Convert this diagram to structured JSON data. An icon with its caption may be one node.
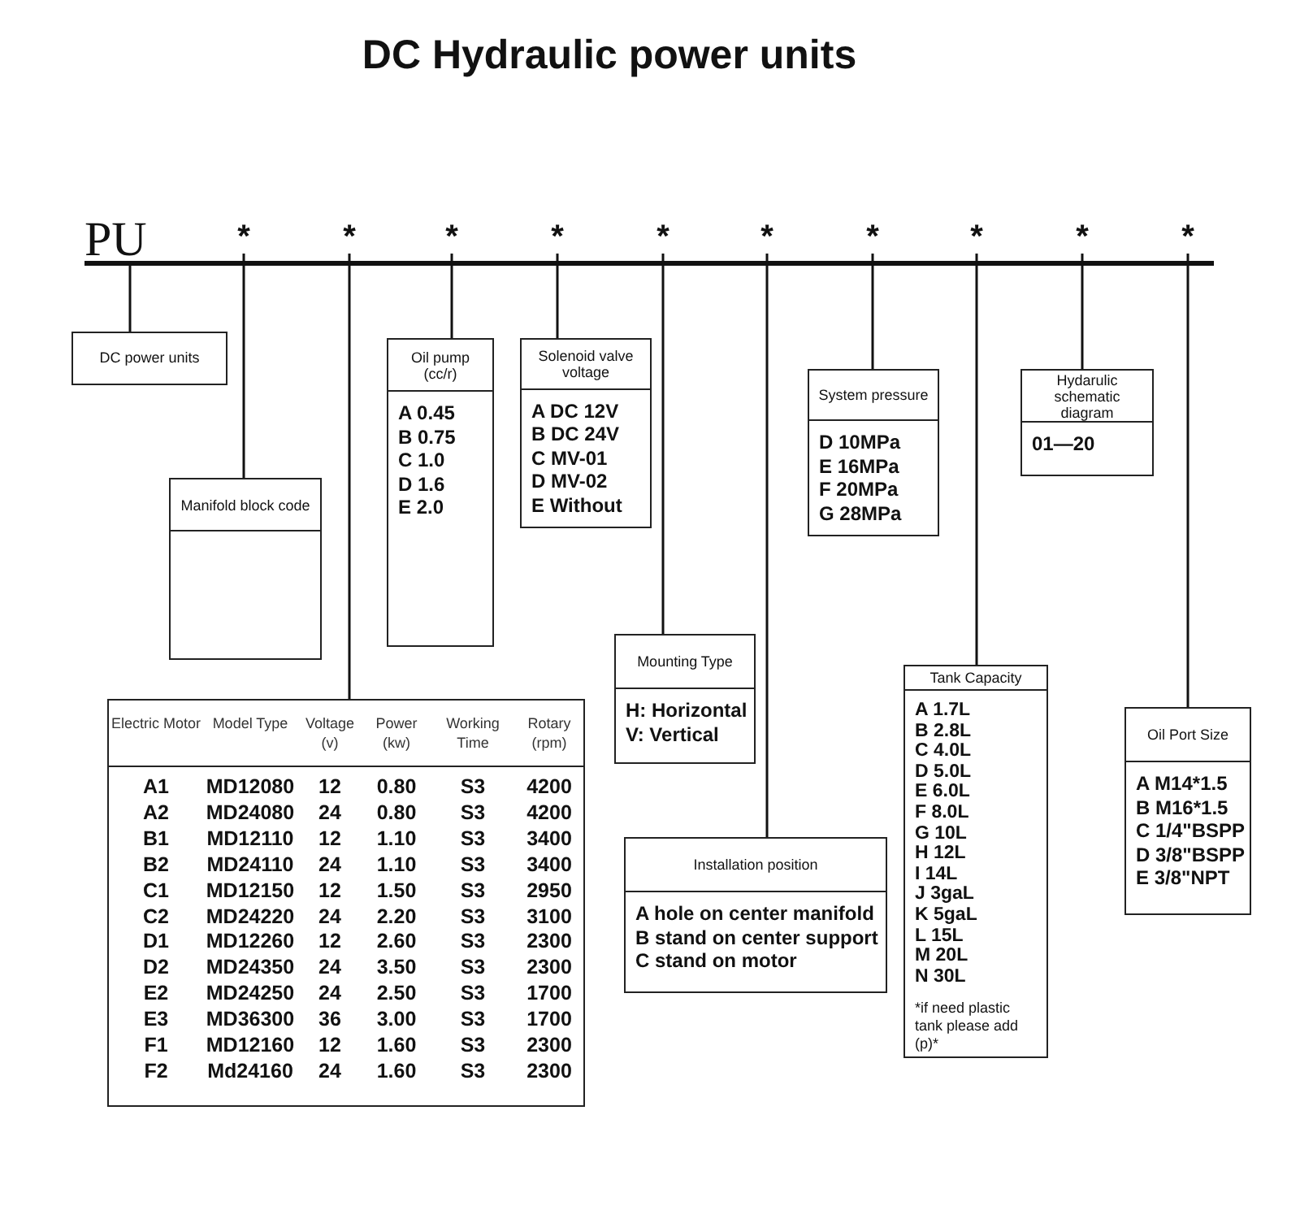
{
  "diagram": {
    "title": "DC Hydraulic power units",
    "nodes": [
      {
        "text": [
          "PU"
        ]
      },
      {
        "text": [
          "*"
        ]
      },
      {
        "text": [
          "*"
        ]
      },
      {
        "text": [
          "*"
        ]
      },
      {
        "text": [
          "*"
        ]
      },
      {
        "text": [
          "*"
        ]
      },
      {
        "text": [
          "*"
        ]
      },
      {
        "text": [
          "*"
        ]
      },
      {
        "text": [
          "*"
        ]
      },
      {
        "text": [
          "*"
        ]
      },
      {
        "text": [
          "*"
        ]
      },
      {
        "text": [
          "DC power units"
        ]
      },
      {
        "text": [
          "Manifold block code"
        ]
      },
      {
        "text": [
          "Oil pump (cc/r)",
          "A 0.45",
          "B 0.75",
          "C 1.0",
          "D 1.6",
          "E 2.0"
        ]
      },
      {
        "text": [
          "Solenoid valve voltage",
          "A DC 12V",
          "B DC 24V",
          "C MV-01",
          "D MV-02",
          "E Without"
        ]
      },
      {
        "text": [
          "System pressure",
          "D 10MPa",
          "E 16MPa",
          "F 20MPa",
          "G 28MPa"
        ]
      },
      {
        "text": [
          "Hydarulic schematic diagram",
          "01—20"
        ]
      },
      {
        "text": [
          "Mounting Type",
          "H: Horizontal",
          "V: Vertical"
        ]
      },
      {
        "text": [
          "Electric Motor",
          "Model Type",
          "Voltage (v)",
          "Power (kw)",
          "Working Time",
          "Rotary (rpm)",
          "A1",
          "MD12080",
          "12",
          "0.80",
          "S3",
          "4200",
          "A2",
          "MD24080",
          "24",
          "0.80",
          "S3",
          "4200",
          "B1",
          "MD12110",
          "12",
          "1.10",
          "S3",
          "3400",
          "B2",
          "MD24110",
          "24",
          "1.10",
          "S3",
          "3400",
          "C1",
          "MD12150",
          "12",
          "1.50",
          "S3",
          "2950",
          "C2",
          "MD24220",
          "24",
          "2.20",
          "S3",
          "3100",
          "D1",
          "MD12260",
          "12",
          "2.60",
          "S3",
          "2300",
          "D2",
          "MD24350",
          "24",
          "3.50",
          "S3",
          "2300",
          "E2",
          "MD24250",
          "24",
          "2.50",
          "S3",
          "1700",
          "E3",
          "MD36300",
          "36",
          "3.00",
          "S3",
          "1700",
          "F1",
          "MD12160",
          "12",
          "1.60",
          "S3",
          "2300",
          "F2",
          "Md24160",
          "24",
          "1.60",
          "S3",
          "2300"
        ]
      },
      {
        "text": [
          "Installation position",
          "A hole on center manifold",
          "B stand on center support",
          "C stand on motor"
        ]
      },
      {
        "text": [
          "Tank Capacity",
          "A 1.7L",
          "B 2.8L",
          "C 4.0L",
          "D 5.0L",
          "E 6.0L",
          "F 8.0L",
          "G 10L",
          "H 12L",
          "I 14L",
          "J 3gaL",
          "K 5gaL",
          "L 15L",
          "M 20L",
          "N 30L",
          "*if need plastic tank please add (p)*"
        ]
      },
      {
        "text": [
          "Oil Port Size",
          "A M14*1.5",
          "B M16*1.5",
          "C 1/4\"BSPP",
          "D 3/8\"BSPP",
          "E 3/8\"NPT"
        ]
      }
    ],
    "edges": [
      {
        "from": 0,
        "to": 11,
        "arrow": "none"
      },
      {
        "from": 1,
        "to": 12,
        "arrow": "none"
      },
      {
        "from": 2,
        "to": 18,
        "arrow": "none"
      },
      {
        "from": 3,
        "to": 13,
        "arrow": "none"
      },
      {
        "from": 4,
        "to": 14,
        "arrow": "none"
      },
      {
        "from": 5,
        "to": 17,
        "arrow": "none"
      },
      {
        "from": 6,
        "to": 19,
        "arrow": "none"
      },
      {
        "from": 7,
        "to": 15,
        "arrow": "none"
      },
      {
        "from": 8,
        "to": 20,
        "arrow": "none"
      },
      {
        "from": 9,
        "to": 16,
        "arrow": "none"
      },
      {
        "from": 10,
        "to": 21,
        "arrow": "none"
      }
    ]
  }
}
